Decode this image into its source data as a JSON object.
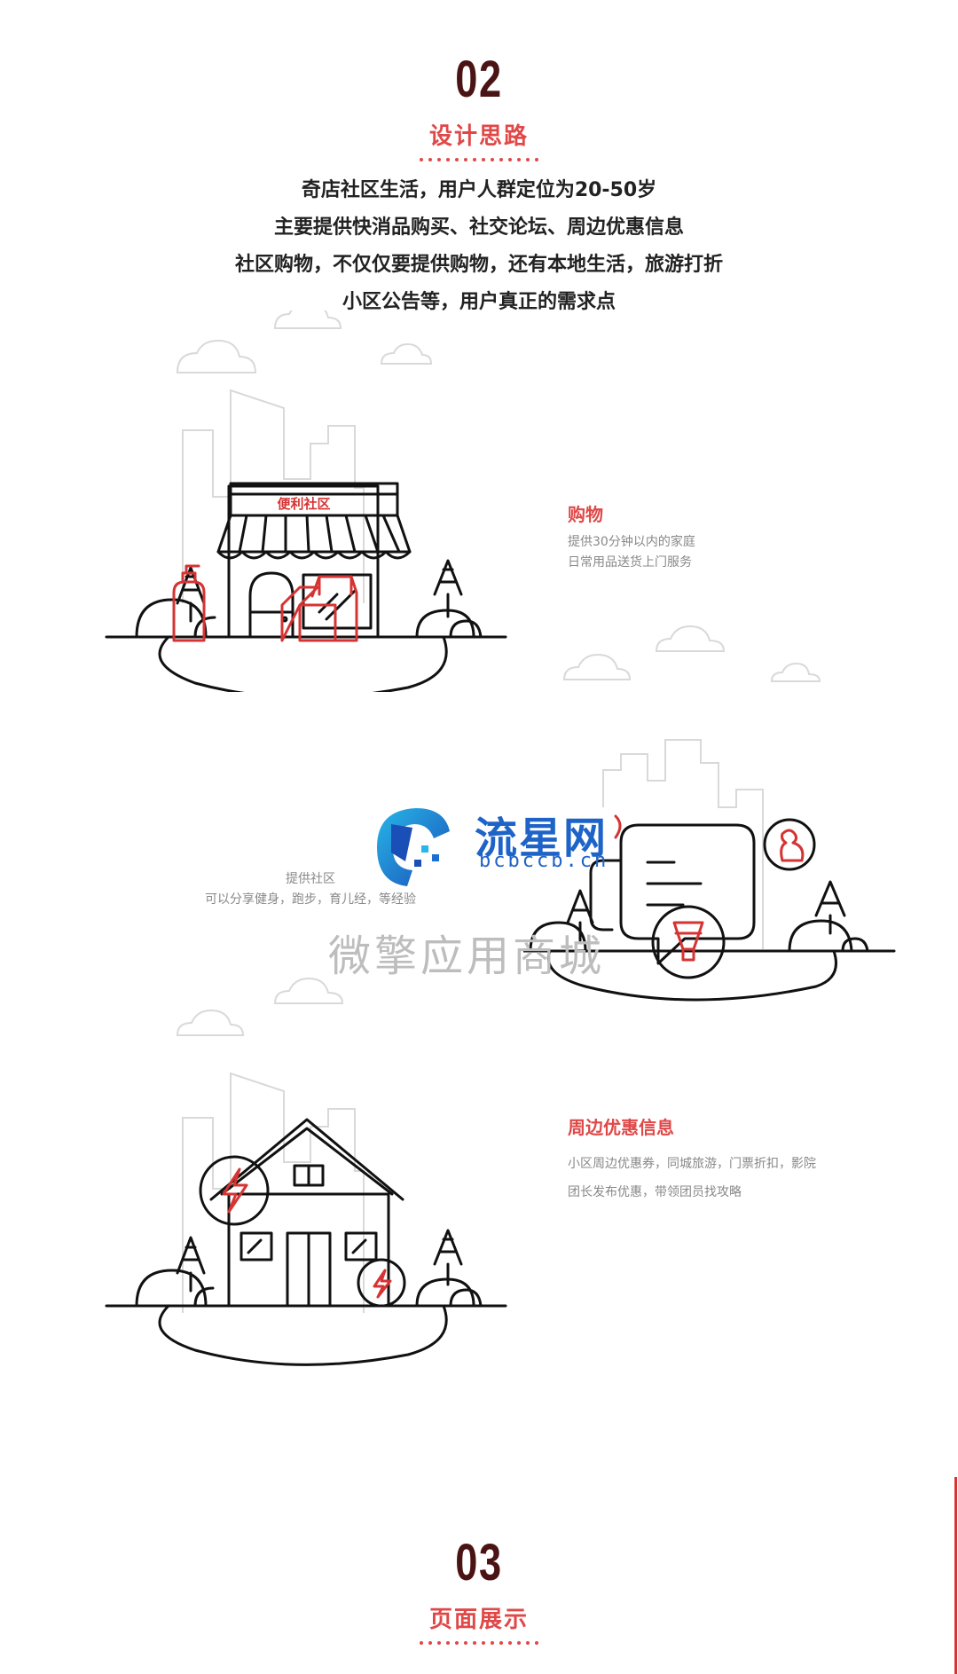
{
  "section2": {
    "number": "02",
    "title": "设计思路",
    "intro_lines": [
      "奇店社区生活，用户人群定位为20-50岁",
      "主要提供快消品购买、社交论坛、周边优惠信息",
      "社区购物，不仅仅要提供购物，还有本地生活，旅游打折",
      "小区公告等，用户真正的需求点"
    ]
  },
  "feature_shop": {
    "store_sign": "便利社区",
    "title": "购物",
    "desc_lines": [
      "提供30分钟以内的家庭",
      "日常用品送货上门服务"
    ]
  },
  "feature_community": {
    "desc_lines": [
      "提供社区",
      "可以分享健身，跑步，育儿经，等经验"
    ]
  },
  "feature_deals": {
    "title": "周边优惠信息",
    "desc_lines": [
      "小区周边优惠券，同城旅游，门票折扣，影院",
      "团长发布优惠，带领团员找攻略"
    ]
  },
  "watermark": {
    "brand": "流星网",
    "url": "bcbccb.cn",
    "app_text": "微擎应用商城"
  },
  "section3": {
    "number": "03",
    "title": "页面展示"
  },
  "colors": {
    "accent": "#e04848",
    "dark": "#4a1414",
    "line": "#111111",
    "city": "#d9d9d9"
  }
}
